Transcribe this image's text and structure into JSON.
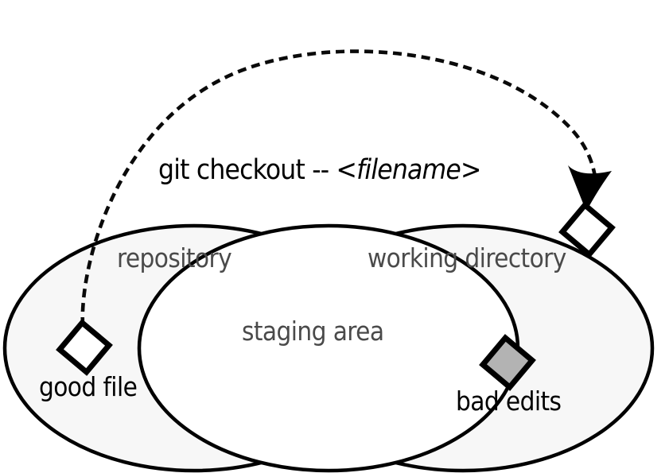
{
  "diagram": {
    "title": "git checkout -- <filename>",
    "command": {
      "prefix": "git checkout -- ",
      "argument": "<filename>"
    },
    "regions": [
      {
        "id": "repository",
        "label": "repository",
        "fill": "#f7f7f7",
        "text_color": "#4a4a4a"
      },
      {
        "id": "working-directory",
        "label": "working directory",
        "fill": "#f7f7f7",
        "text_color": "#4a4a4a"
      },
      {
        "id": "staging-area",
        "label": "staging area",
        "fill": "#ffffff",
        "text_color": "#4a4a4a"
      }
    ],
    "markers": [
      {
        "id": "good-file",
        "label": "good file",
        "shape": "diamond",
        "fill": "#ffffff",
        "stroke": "#000000",
        "location": "repository"
      },
      {
        "id": "bad-edits",
        "label": "bad edits",
        "shape": "diamond",
        "fill": "#b3b3b3",
        "stroke": "#000000",
        "location": "working-directory"
      },
      {
        "id": "restored-file",
        "label": "",
        "shape": "diamond",
        "fill": "#ffffff",
        "stroke": "#000000",
        "location": "outside-working-directory"
      }
    ],
    "arrow": {
      "style": "dashed",
      "color": "#0a0a0a",
      "from": "good-file",
      "to": "restored-file",
      "head": "filled-triangle"
    },
    "colors": {
      "background": "#ffffff",
      "outline": "#000000",
      "region_fill": "#f7f7f7",
      "staging_fill": "#ffffff",
      "gray_marker": "#b3b3b3",
      "label_gray": "#4a4a4a"
    }
  }
}
